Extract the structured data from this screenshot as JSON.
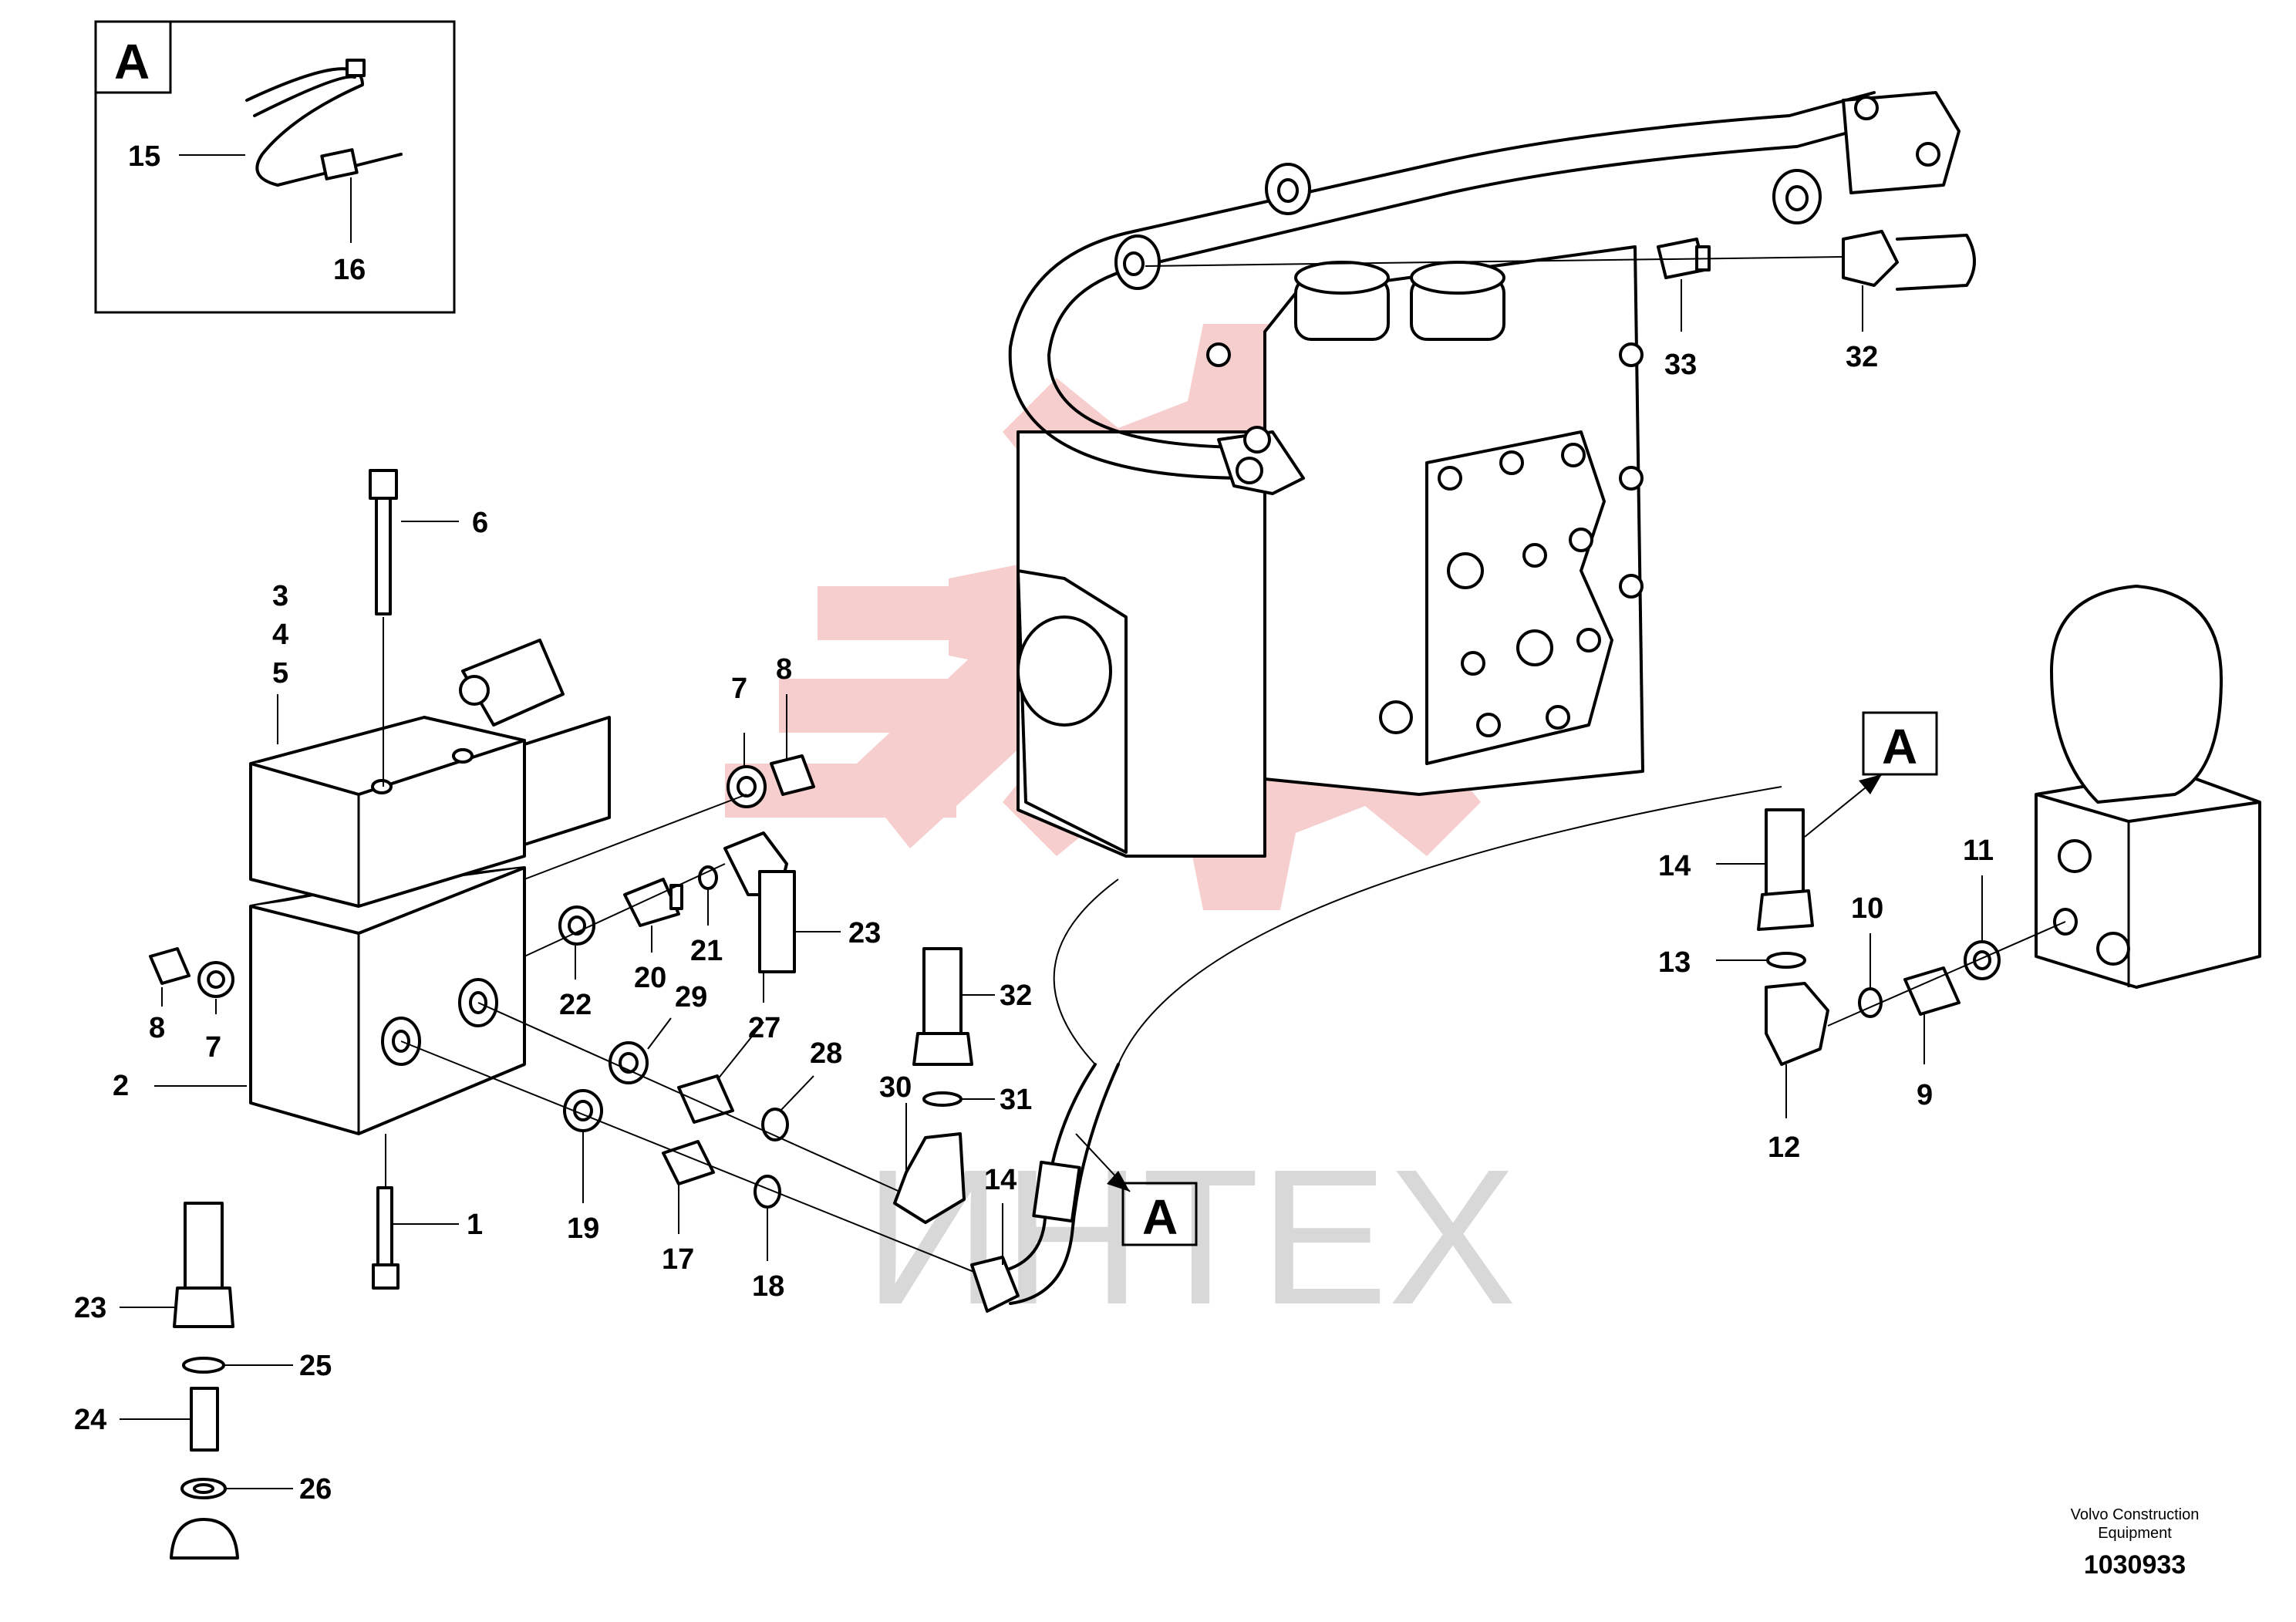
{
  "figure": {
    "inset_ref": "A",
    "ref_markers": [
      "A",
      "A"
    ],
    "watermark_text": "ИНТЕХ",
    "credit_line1": "Volvo Construction",
    "credit_line2": "Equipment",
    "document_number": "1030933"
  },
  "callouts": {
    "c1": "1",
    "c2": "2",
    "c3": "3",
    "c4": "4",
    "c5": "5",
    "c6": "6",
    "c7a": "7",
    "c7b": "7",
    "c8a": "8",
    "c8b": "8",
    "c9": "9",
    "c10": "10",
    "c11": "11",
    "c12": "12",
    "c13": "13",
    "c14a": "14",
    "c14b": "14",
    "c15": "15",
    "c16": "16",
    "c17": "17",
    "c18": "18",
    "c19": "19",
    "c20": "20",
    "c21": "21",
    "c22": "22",
    "c23a": "23",
    "c23b": "23",
    "c24": "24",
    "c25": "25",
    "c26": "26",
    "c27": "27",
    "c28": "28",
    "c29": "29",
    "c30": "30",
    "c31": "31",
    "c32a": "32",
    "c32b": "32",
    "c33": "33"
  },
  "colors": {
    "watermark": "#f6c6c6",
    "watermark_text": "#cfcfcf",
    "ink": "#000000"
  }
}
